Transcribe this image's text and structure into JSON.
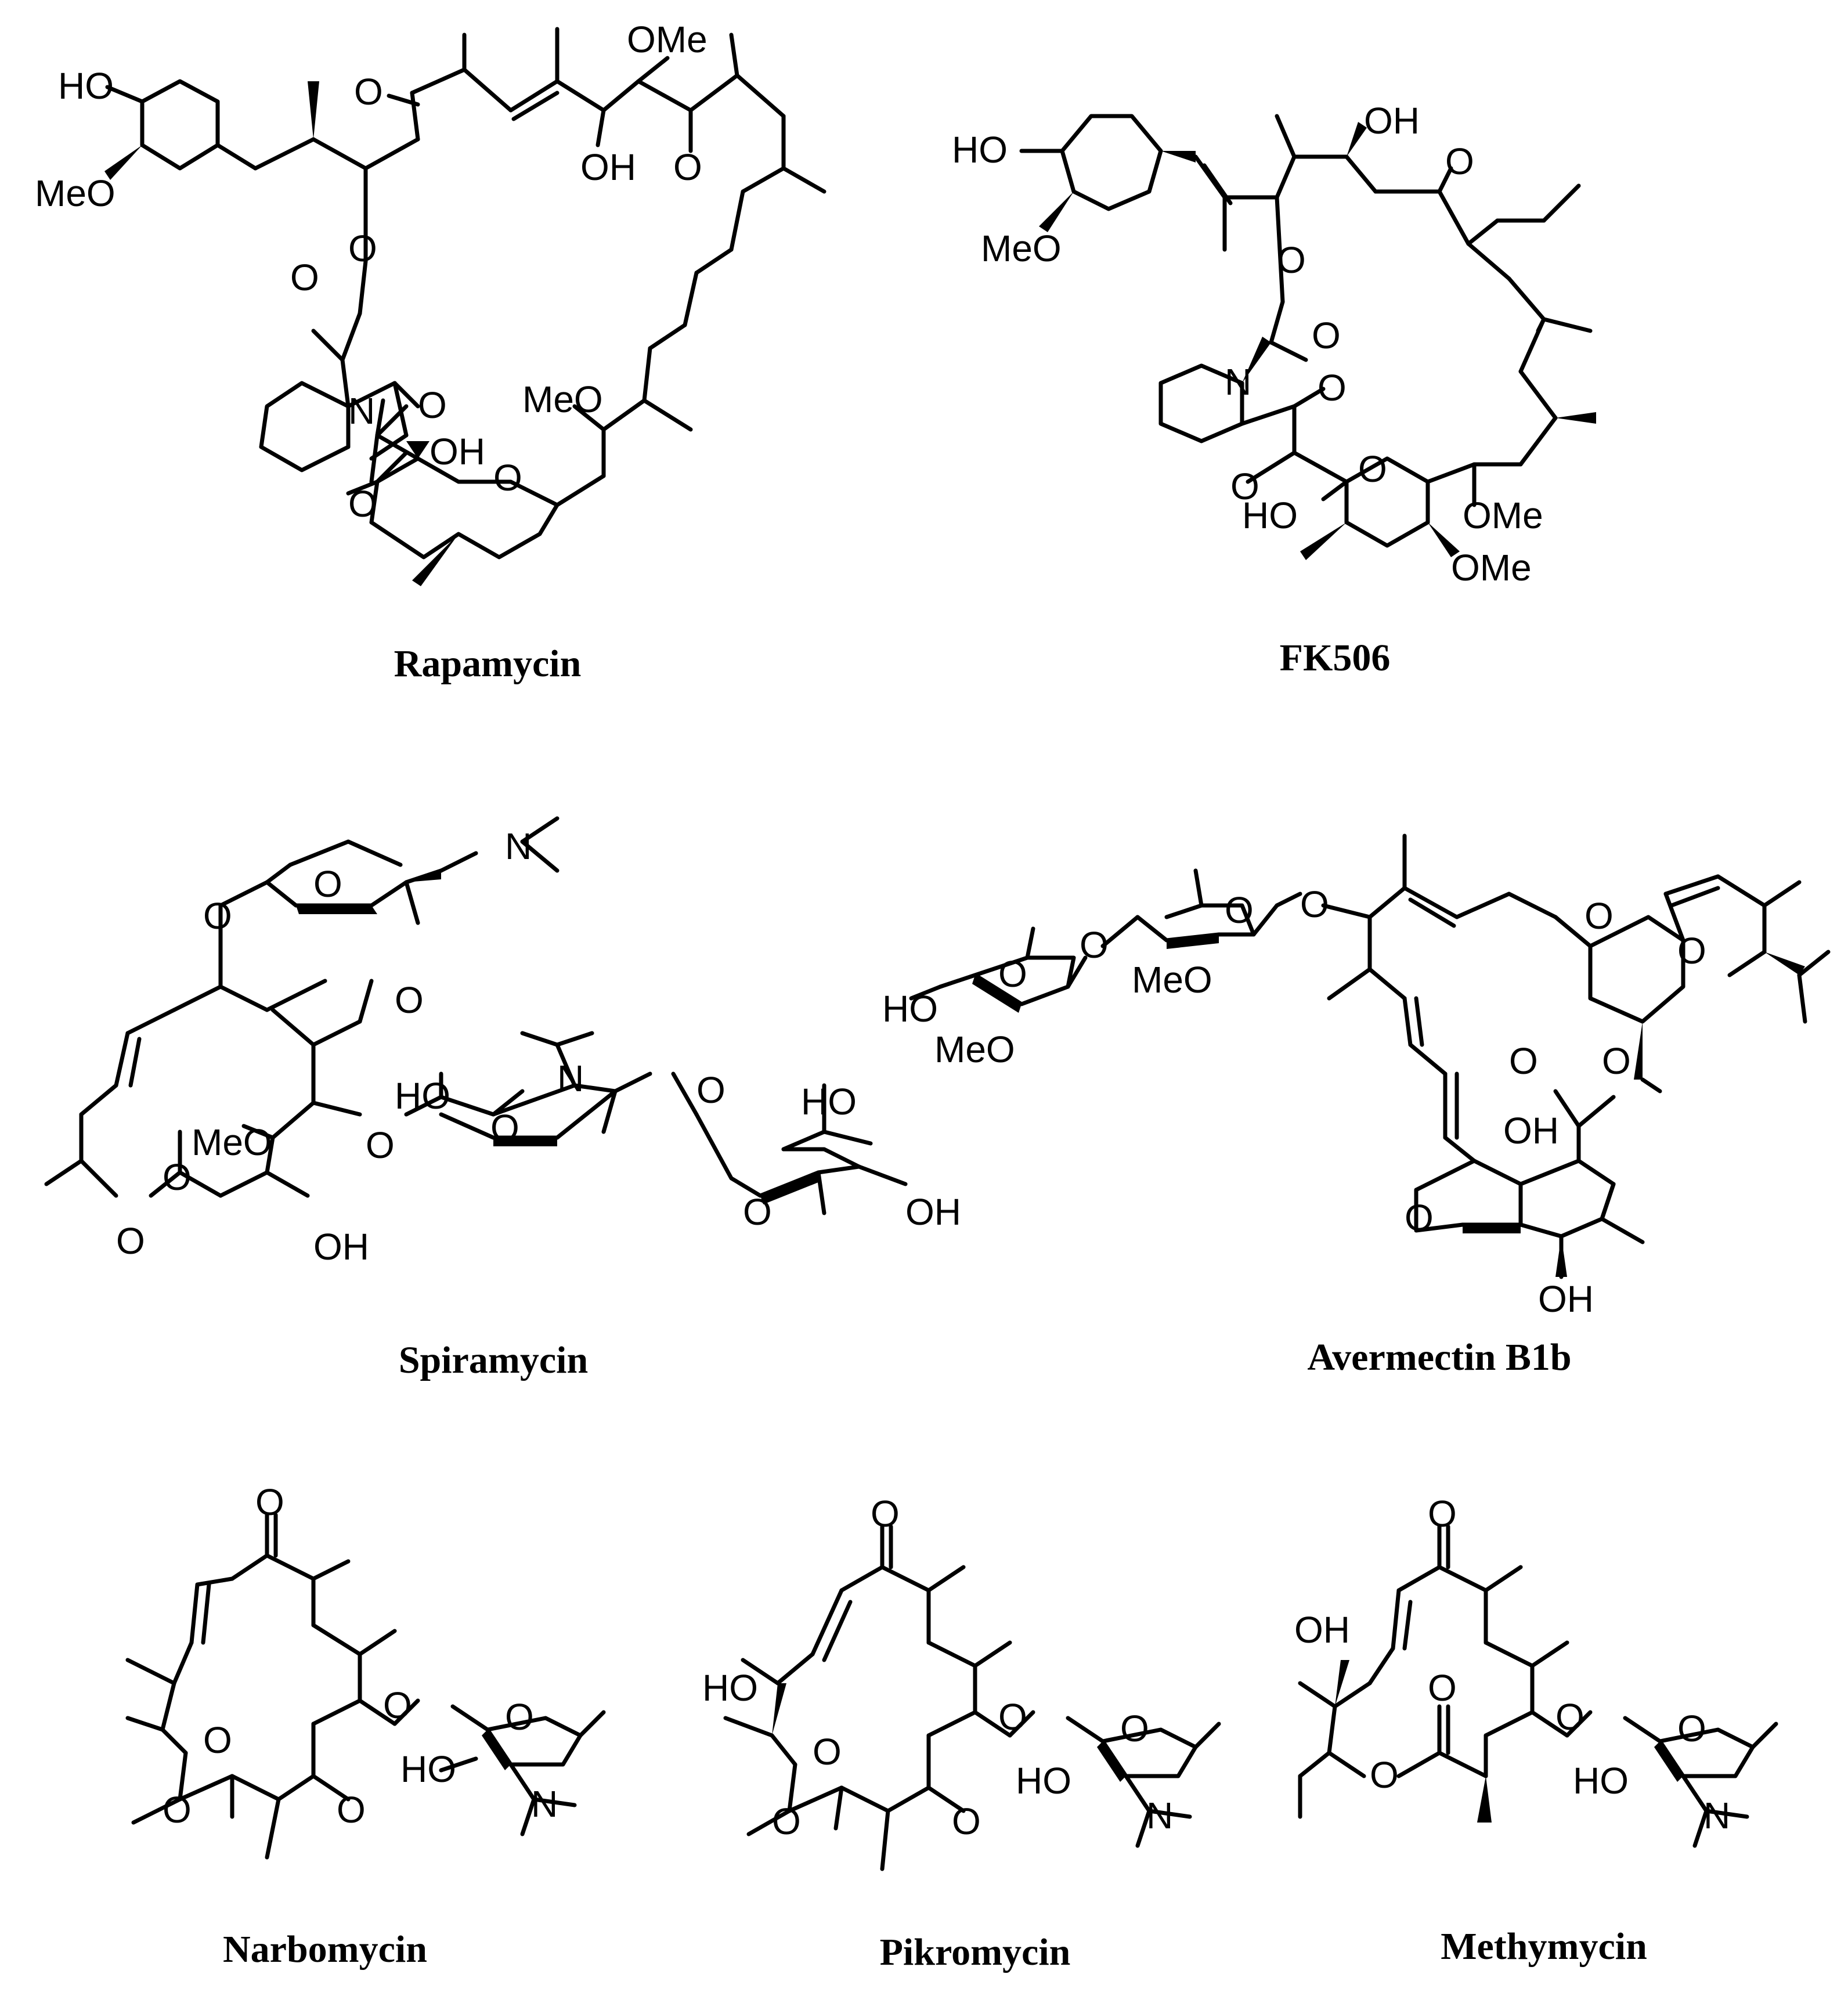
{
  "compounds": [
    {
      "name": "Rapamycin"
    },
    {
      "name": "FK506"
    },
    {
      "name": "Spiramycin"
    },
    {
      "name": "Avermectin  B1b"
    },
    {
      "name": "Narbomycin"
    },
    {
      "name": "Pikromycin"
    },
    {
      "name": "Methymycin"
    }
  ],
  "atom_labels": {
    "HO": "HO",
    "OH": "OH",
    "MeO": "MeO",
    "OMe": "OMe",
    "O": "O",
    "N": "N"
  }
}
